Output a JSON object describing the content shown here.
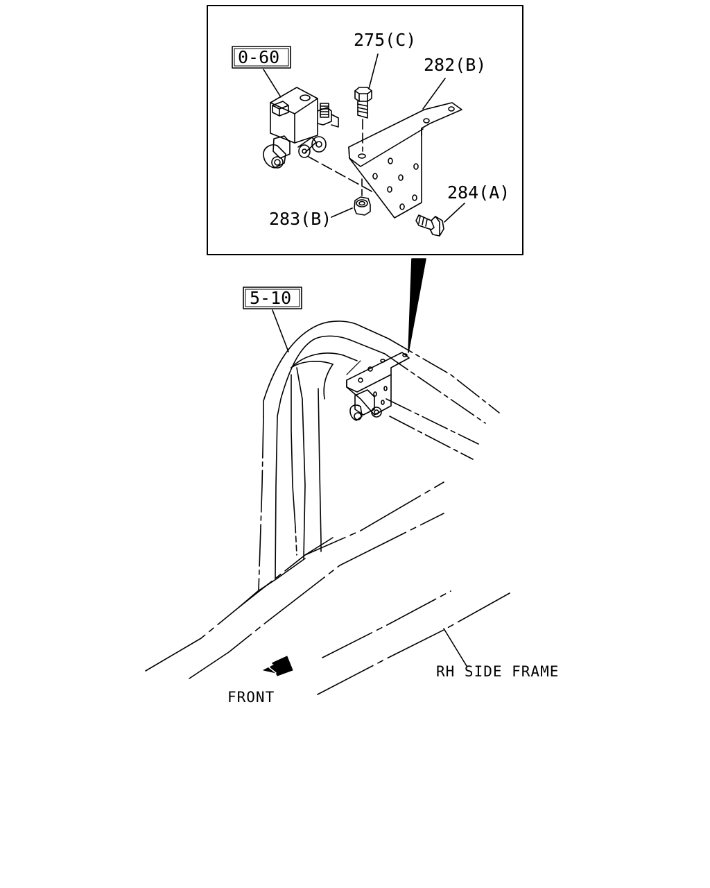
{
  "callouts": {
    "ref_0_60": "0-60",
    "ref_5_10": "5-10",
    "part_275": "275(C)",
    "part_282": "282(B)",
    "part_283": "283(B)",
    "part_284": "284(A)"
  },
  "labels": {
    "front": "FRONT",
    "rh_side_frame": "RH SIDE FRAME"
  },
  "colors": {
    "line": "#000000",
    "background": "#ffffff"
  }
}
